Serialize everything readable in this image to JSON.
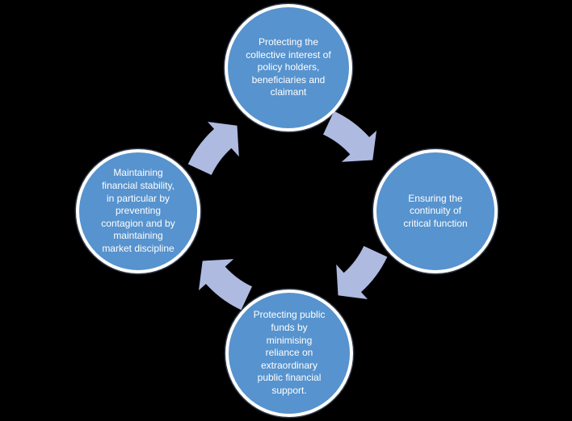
{
  "diagram": {
    "type": "cycle",
    "flow": "clockwise",
    "background": "#000000",
    "node_fill": "#5793CE",
    "node_border": "#FFFFFF",
    "node_text_color": "#FFFFFF",
    "arrow_fill": "#AEBAE0",
    "nodes": [
      {
        "position": "top",
        "text": "Protecting the collective interest of policy holders, beneficiaries and claimant"
      },
      {
        "position": "right",
        "text": "Ensuring the continuity of critical function"
      },
      {
        "position": "bottom",
        "text": "Protecting public funds by minimising reliance on extraordinary public financial support."
      },
      {
        "position": "left",
        "text": "Maintaining financial stability, in particular by preventing contagion and by maintaining market discipline"
      }
    ],
    "arrows": [
      {
        "name": "top-to-right"
      },
      {
        "name": "right-to-bottom"
      },
      {
        "name": "bottom-to-left"
      },
      {
        "name": "left-to-top"
      }
    ]
  }
}
